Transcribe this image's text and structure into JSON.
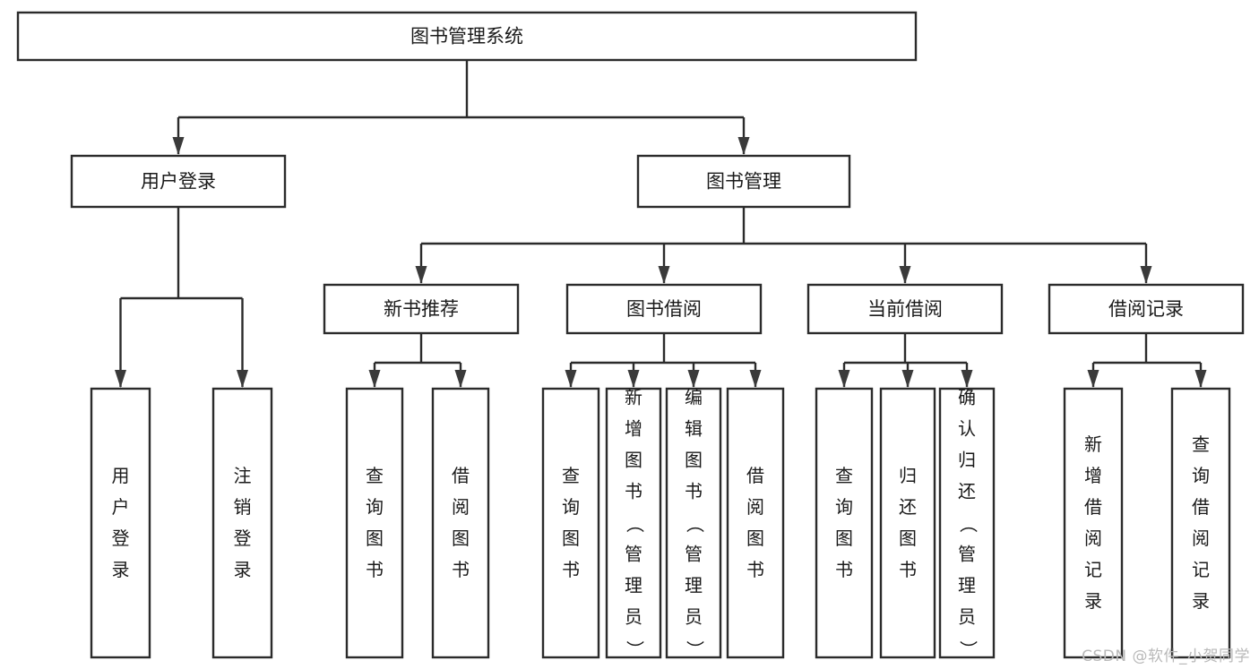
{
  "diagram": {
    "title": "图书管理系统",
    "type": "tree-hierarchy",
    "colors": {
      "box_stroke": "#2b2b2b",
      "box_fill": "#ffffff",
      "connector": "#2b2b2b",
      "text": "#1a1a1a",
      "background": "#ffffff",
      "watermark": "#b9b9b9"
    },
    "root": {
      "label": "图书管理系统",
      "orientation": "horizontal"
    },
    "level2": [
      {
        "id": "user-login",
        "label": "用户登录",
        "orientation": "horizontal"
      },
      {
        "id": "book-management",
        "label": "图书管理",
        "orientation": "horizontal"
      }
    ],
    "level3": [
      {
        "id": "new-book-recommend",
        "label": "新书推荐",
        "orientation": "horizontal",
        "parent": "book-management"
      },
      {
        "id": "book-borrow",
        "label": "图书借阅",
        "orientation": "horizontal",
        "parent": "book-management"
      },
      {
        "id": "current-borrow",
        "label": "当前借阅",
        "orientation": "horizontal",
        "parent": "book-management"
      },
      {
        "id": "borrow-record",
        "label": "借阅记录",
        "orientation": "horizontal",
        "parent": "book-management"
      }
    ],
    "leaves": {
      "user-login": [
        {
          "id": "leaf-user-login",
          "label": "用户登录",
          "orientation": "vertical"
        },
        {
          "id": "leaf-logout",
          "label": "注销登录",
          "orientation": "vertical"
        }
      ],
      "new-book-recommend": [
        {
          "id": "leaf-query-book-1",
          "label": "查询图书",
          "orientation": "vertical"
        },
        {
          "id": "leaf-borrow-book-1",
          "label": "借阅图书",
          "orientation": "vertical"
        }
      ],
      "book-borrow": [
        {
          "id": "leaf-query-book-2",
          "label": "查询图书",
          "orientation": "vertical"
        },
        {
          "id": "leaf-add-book",
          "label": "新增图书（管理员）",
          "orientation": "vertical"
        },
        {
          "id": "leaf-edit-book",
          "label": "编辑图书（管理员）",
          "orientation": "vertical"
        },
        {
          "id": "leaf-borrow-book-2",
          "label": "借阅图书",
          "orientation": "vertical"
        }
      ],
      "current-borrow": [
        {
          "id": "leaf-query-book-3",
          "label": "查询图书",
          "orientation": "vertical"
        },
        {
          "id": "leaf-return-book",
          "label": "归还图书",
          "orientation": "vertical"
        },
        {
          "id": "leaf-confirm-return",
          "label": "确认归还（管理员）",
          "orientation": "vertical"
        }
      ],
      "borrow-record": [
        {
          "id": "leaf-add-record",
          "label": "新增借阅记录",
          "orientation": "vertical"
        },
        {
          "id": "leaf-query-record",
          "label": "查询借阅记录",
          "orientation": "vertical"
        }
      ]
    }
  },
  "watermark": {
    "text": "CSDN @软件_小贺同学"
  }
}
